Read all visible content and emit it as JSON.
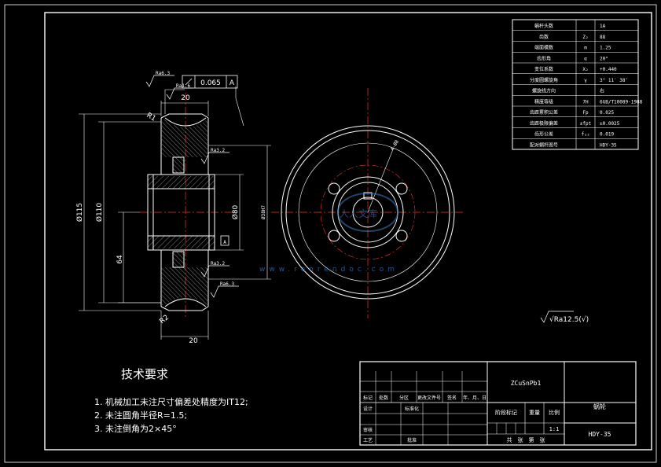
{
  "params_table": {
    "rows": [
      {
        "name": "蜗杆头数",
        "sym": "",
        "val": "1A"
      },
      {
        "name": "齿数",
        "sym": "Z₂",
        "val": "88"
      },
      {
        "name": "端面模数",
        "sym": "m",
        "val": "1.25"
      },
      {
        "name": "齿形角",
        "sym": "α",
        "val": "20°"
      },
      {
        "name": "变位系数",
        "sym": "X₂",
        "val": "+0.440"
      },
      {
        "name": "分度圆螺旋角",
        "sym": "γ",
        "val": "3° 11′ 38″"
      },
      {
        "name": "螺旋线方向",
        "sym": "",
        "val": "右"
      },
      {
        "name": "精度等级",
        "sym": "7H",
        "val": "6GB/T10089-1988"
      },
      {
        "name": "齿距累积公差",
        "sym": "Fp",
        "val": "0.025"
      },
      {
        "name": "齿距极限偏差",
        "sym": "±fpt",
        "val": "±0.0025"
      },
      {
        "name": "齿形公差",
        "sym": "f₁₂",
        "val": "0.019"
      },
      {
        "name": "配对蜗杆图号",
        "sym": "",
        "val": "HDY-35"
      }
    ]
  },
  "dimensions": {
    "top_width": "20",
    "bottom_width": "20",
    "tolerance": "0.065",
    "datum": "A",
    "datum_label": "A",
    "dia_outer": "Ø115",
    "dia_pitch": "Ø110",
    "dia_bore": "Ø80",
    "height_64": "64",
    "r1": "R1",
    "r2": "R2",
    "rough_6_3": "Ra6.3",
    "rough_3_2": "Ra3.2",
    "rough_1_6": "Ra1.6",
    "dia_side": "Ø38H7",
    "hole_note": "4-Ø8"
  },
  "roughness_general": "√Ra12.5(√)",
  "tech_requirements": {
    "title": "技术要求",
    "items": [
      "1. 机械加工未注尺寸偏差处精度为IT12;",
      "2. 未注圆角半径R=1.5;",
      "3. 未注倒角为2×45°"
    ]
  },
  "title_block": {
    "material": "ZCuSnPb1",
    "part_name": "蜗轮",
    "drawing_no": "HDY-35",
    "scale_label": "比例",
    "scale": "1:1",
    "weight_label": "重量",
    "stage_label": "阶段标记",
    "sheet_label": "共　张　第　张",
    "row_labels": [
      "标记",
      "处数",
      "分区",
      "更改文件号",
      "签名",
      "年、月、日"
    ],
    "role_designer": "设计",
    "role_standard": "标准化",
    "role_review": "审核",
    "role_process": "工艺",
    "role_approve": "批准"
  },
  "watermark": {
    "logo": "人人文库",
    "url": "www.renrendoc.com"
  }
}
